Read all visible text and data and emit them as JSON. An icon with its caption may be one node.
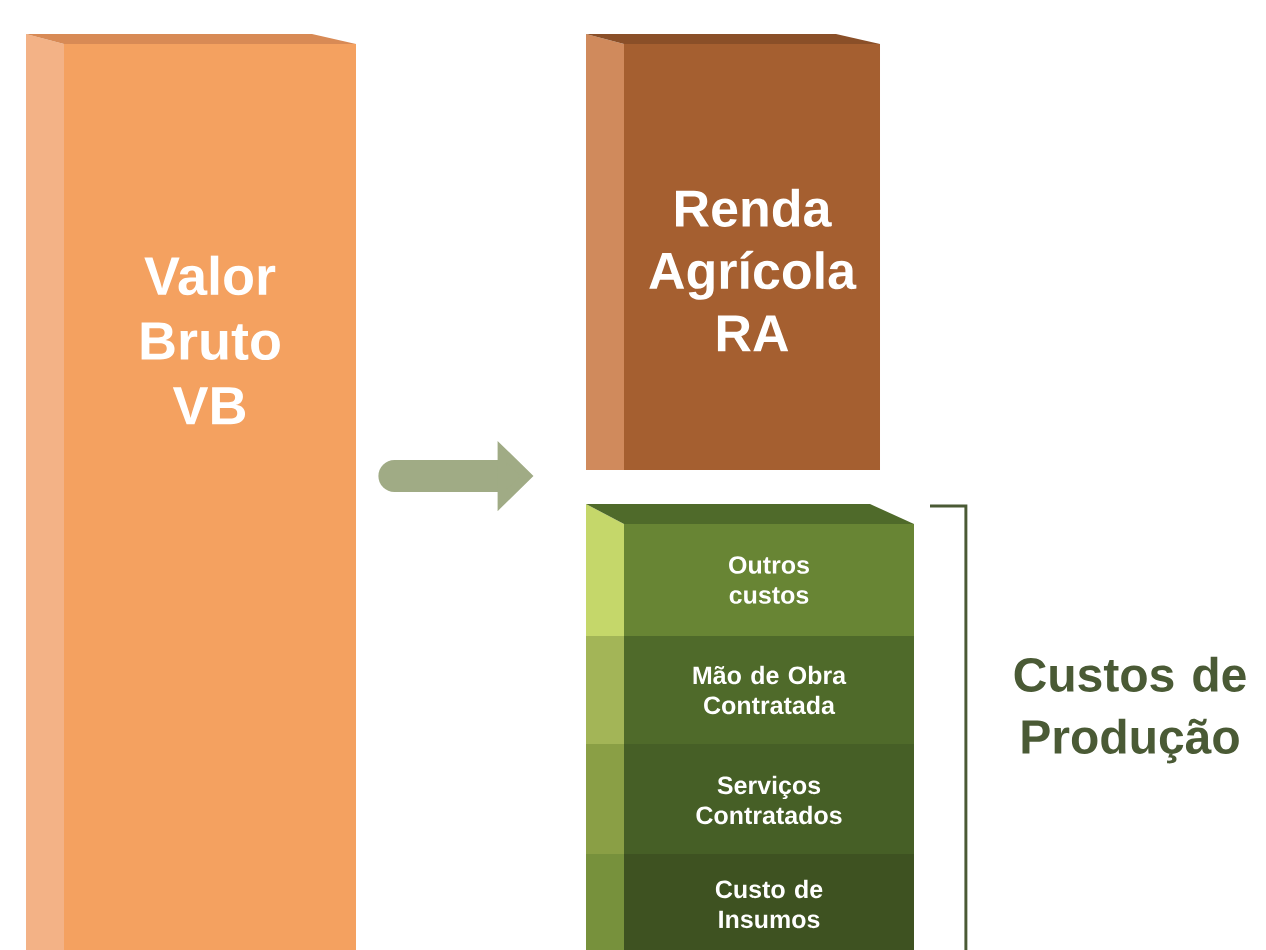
{
  "diagram": {
    "nodes": [
      {
        "text": [
          "Valor Bruto VB"
        ]
      },
      {
        "text": [
          "Renda Agrícola RA"
        ]
      },
      {
        "text": [
          "Outros custos"
        ]
      },
      {
        "text": [
          "Mão de Obra Contratada"
        ]
      },
      {
        "text": [
          "Serviços Contratados"
        ]
      },
      {
        "text": [
          "Custo de Insumos"
        ]
      }
    ],
    "edges": [
      {
        "from": 0,
        "to": 1,
        "arrow": "to"
      }
    ],
    "labels": [
      "Custos de Produção"
    ]
  }
}
